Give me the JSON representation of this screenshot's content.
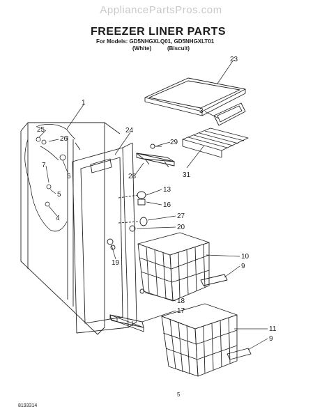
{
  "watermark": "AppliancePartsPros.com",
  "header": {
    "title": "FREEZER LINER PARTS",
    "models_line": "For Models: GD5NHGXLQ01, GD5NHGXLT01",
    "variant_white": "(White)",
    "variant_biscuit": "(Biscuit)"
  },
  "callouts": [
    "1",
    "23",
    "3",
    "24",
    "25",
    "26",
    "29",
    "7",
    "6",
    "5",
    "4",
    "31",
    "28",
    "13",
    "16",
    "27",
    "20",
    "19",
    "10",
    "9",
    "18",
    "17",
    "11",
    "9"
  ],
  "footer": {
    "page_number": "5",
    "doc_number": "8193314"
  }
}
